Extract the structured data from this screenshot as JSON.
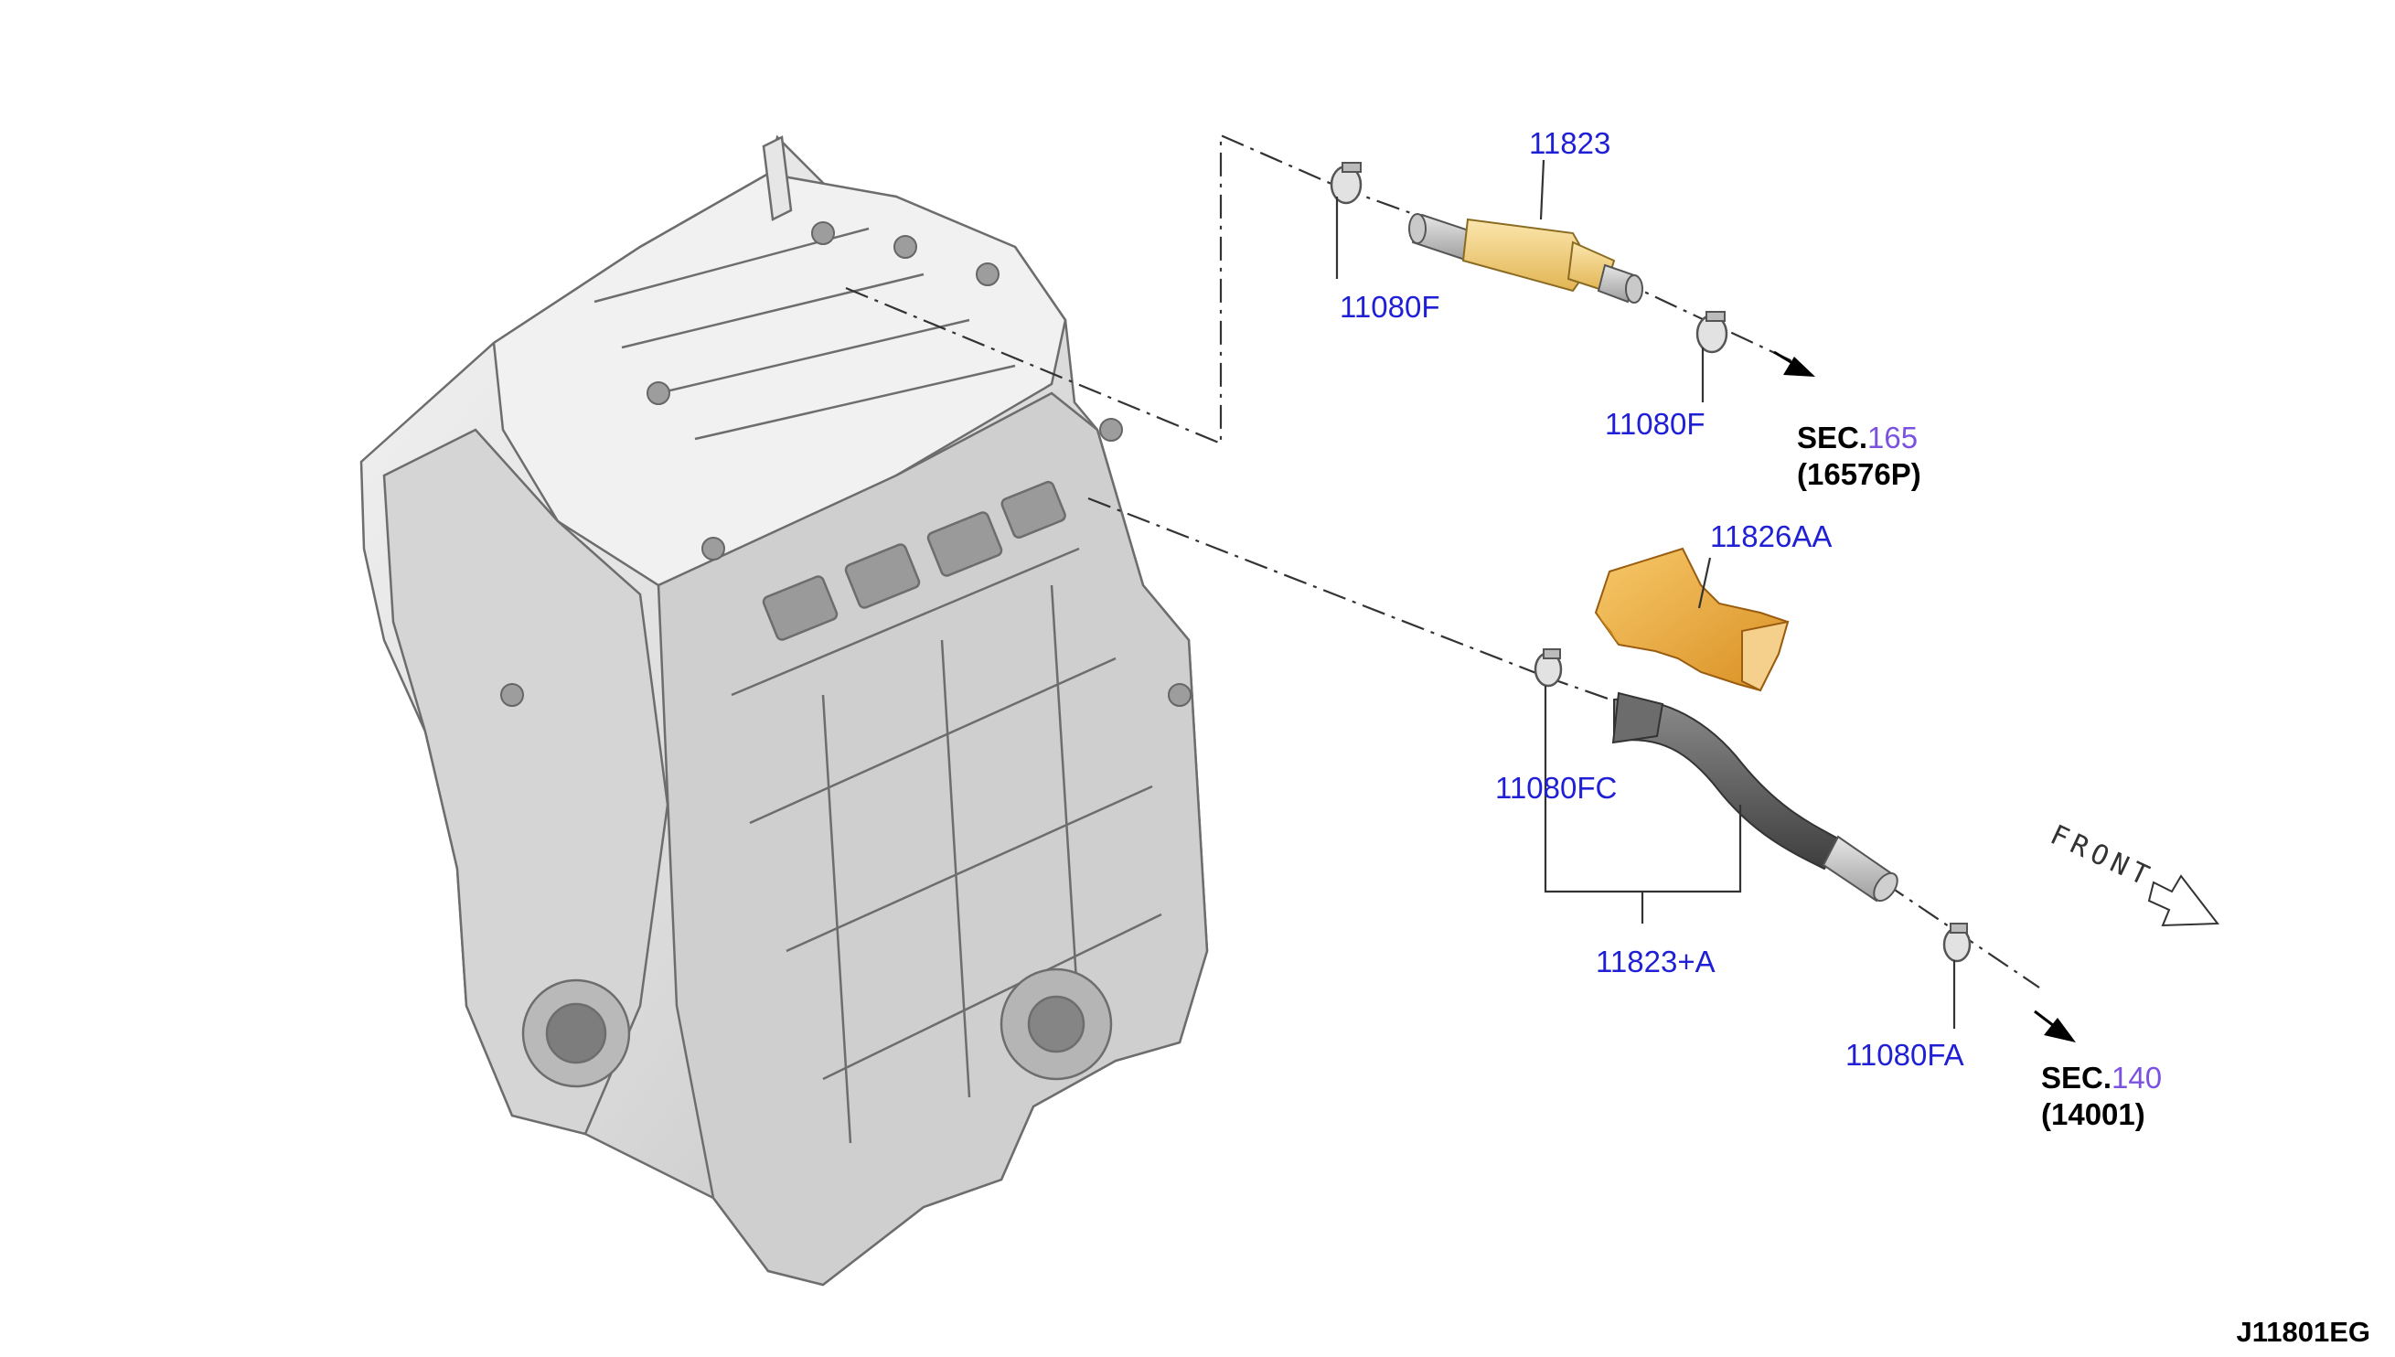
{
  "labels": {
    "hose_upper": "11823",
    "clamp_upper_left": "11080F",
    "clamp_upper_right": "11080F",
    "baffle": "11826AA",
    "clamp_lower_left": "11080FC",
    "hose_assy": "11823+A",
    "clamp_lower_right": "11080FA"
  },
  "references": {
    "upper": {
      "prefix": "SEC.",
      "section": "165",
      "part": "(16576P)"
    },
    "lower": {
      "prefix": "SEC.",
      "section": "140",
      "part": "(14001)"
    }
  },
  "front_label": "FRONT",
  "diagram_code": "J11801EG",
  "icons": [
    "engine-block-illustration",
    "hose-icon",
    "clamp-icon",
    "baffle-icon",
    "front-arrow-icon",
    "direction-arrow-icon"
  ],
  "colors": {
    "part_label": "#1f1fd6",
    "section_number": "#7b52e0",
    "engine_fill": "#e4e4e4",
    "hose_yellow": "#f2cf7c",
    "baffle_orange": "#f0b24a",
    "hose_dark": "#575757"
  }
}
